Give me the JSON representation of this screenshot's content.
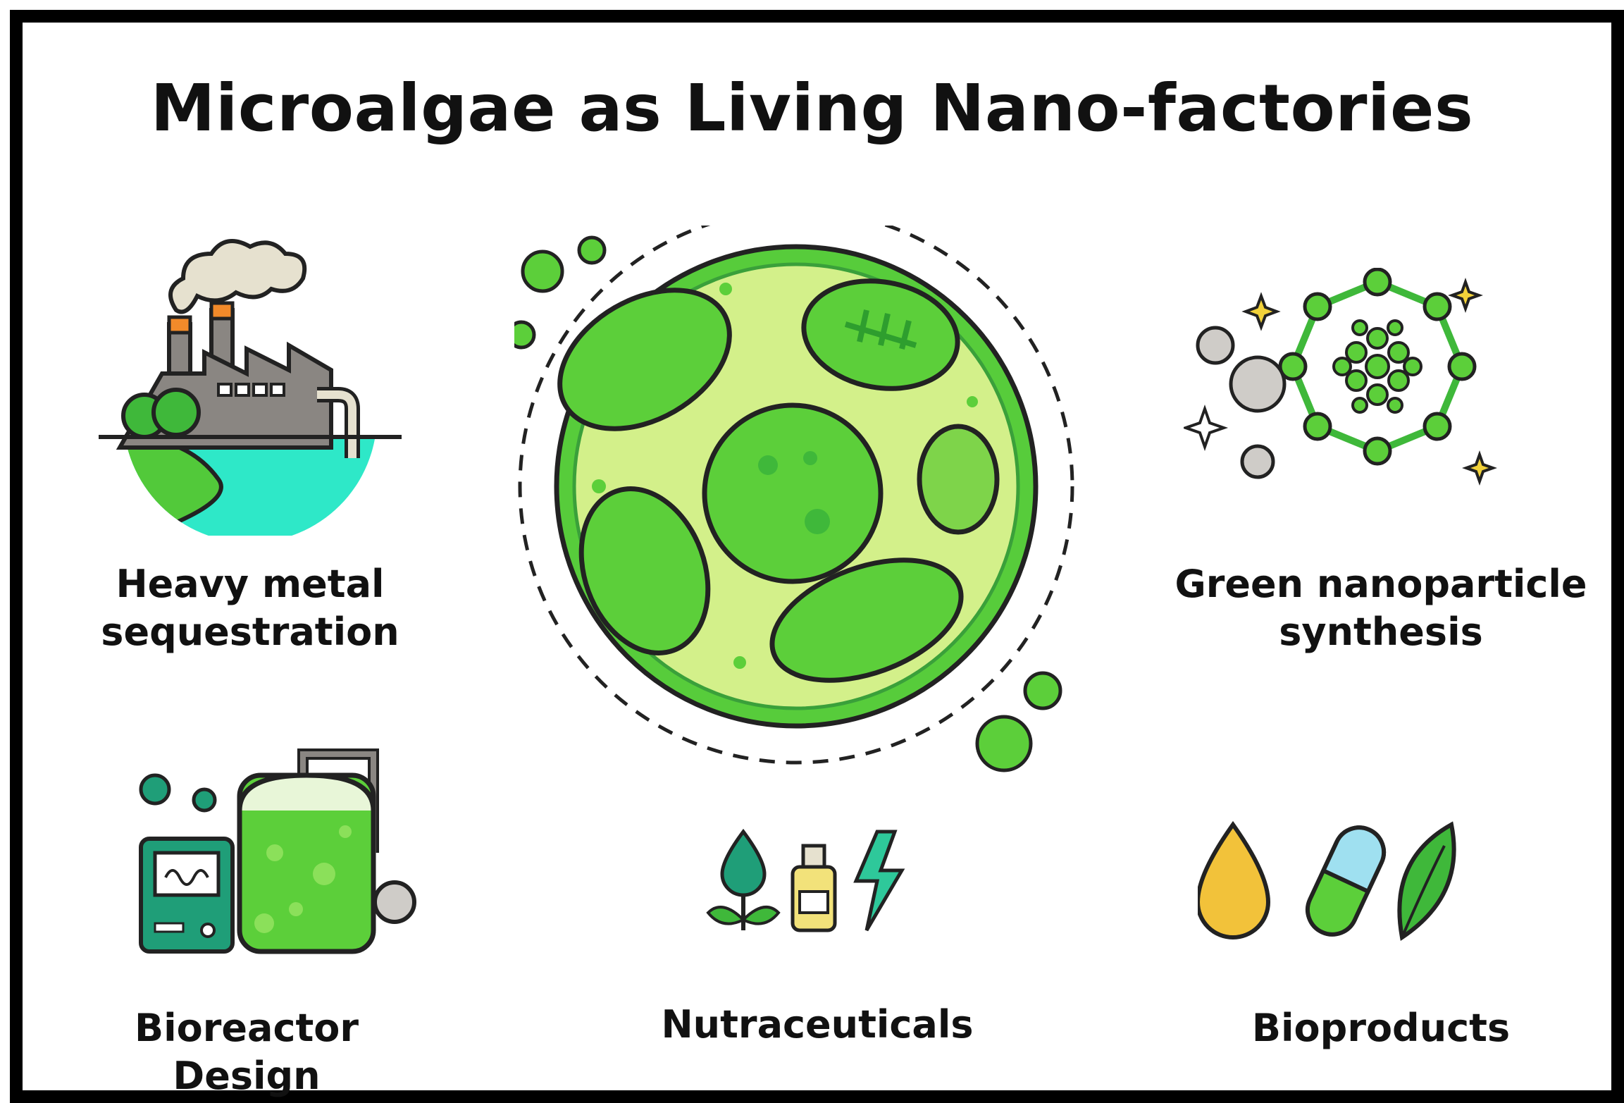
{
  "title": "Microalgae as Living Nano-factories",
  "labels": {
    "heavy_metal": "Heavy metal\nsequestration",
    "heavy_metal_line1": "Heavy metal",
    "heavy_metal_line2": "sequestration",
    "green_nano_line1": "Green nanoparticle",
    "green_nano_line2": "synthesis",
    "bioreactor": "Bioreactor Design",
    "nutraceuticals": "Nutraceuticals",
    "bioproducts": "Bioproducts"
  },
  "colors": {
    "frame": "#000000",
    "green_dark": "#2e9e2e",
    "green_mid": "#5ccf3a",
    "green_light": "#c8ef7a",
    "water": "#2ee8c8",
    "teal": "#1f9e78",
    "yellow": "#f2c23a",
    "gray": "#8a8682"
  }
}
